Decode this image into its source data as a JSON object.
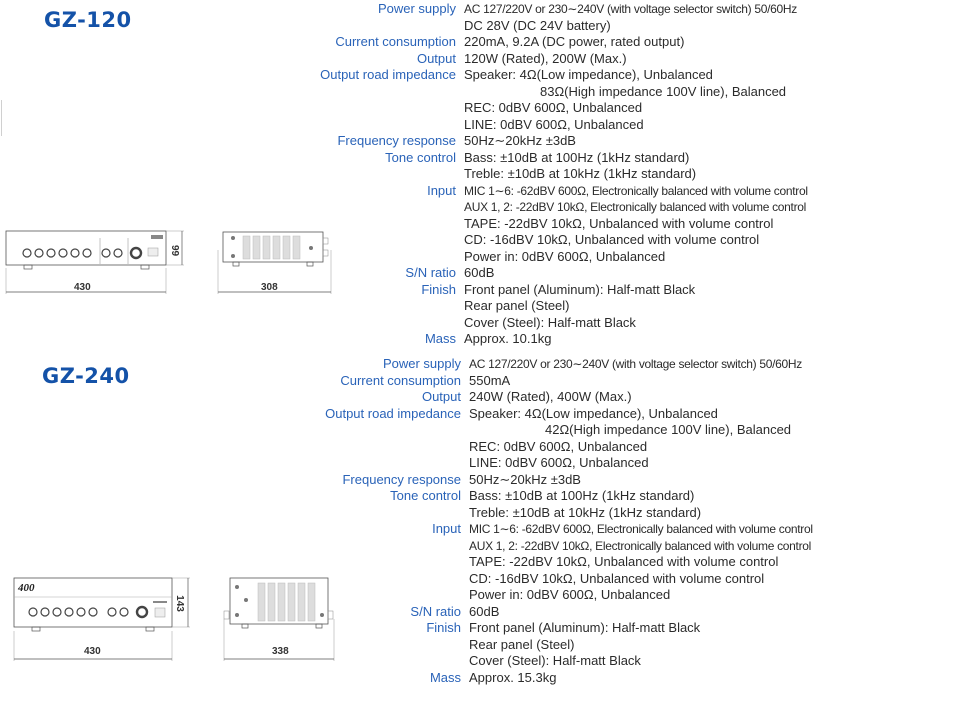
{
  "models": [
    {
      "name": "GZ-120",
      "dimensions": {
        "width": "430",
        "height": "99",
        "depth": "308"
      },
      "specs": [
        {
          "label": "Power supply",
          "values": [
            "AC 127/220V or 230∼240V (with voltage selector switch) 50/60Hz",
            "DC 28V (DC 24V battery)"
          ]
        },
        {
          "label": "Current consumption",
          "values": [
            "220mA, 9.2A (DC power, rated output)"
          ]
        },
        {
          "label": "Output",
          "values": [
            "120W (Rated), 200W (Max.)"
          ]
        },
        {
          "label": "Output road impedance",
          "values": [
            "Speaker: 4Ω(Low impedance), Unbalanced",
            "83Ω(High impedance 100V line), Balanced",
            "REC: 0dBV 600Ω, Unbalanced",
            "LINE: 0dBV 600Ω, Unbalanced"
          ]
        },
        {
          "label": "Frequency response",
          "values": [
            "50Hz∼20kHz ±3dB"
          ]
        },
        {
          "label": "Tone control",
          "values": [
            "Bass: ±10dB at 100Hz (1kHz standard)",
            "Treble: ±10dB at 10kHz (1kHz standard)"
          ]
        },
        {
          "label": "Input",
          "values": [
            "MIC 1∼6: -62dBV 600Ω, Electronically balanced with volume control",
            "AUX 1, 2: -22dBV 10kΩ, Electronically balanced with volume control",
            "TAPE: -22dBV 10kΩ, Unbalanced with volume control",
            "CD: -16dBV 10kΩ, Unbalanced with volume control",
            "Power in: 0dBV 600Ω, Unbalanced"
          ]
        },
        {
          "label": "S/N ratio",
          "values": [
            "60dB"
          ]
        },
        {
          "label": "Finish",
          "values": [
            "Front panel (Aluminum): Half-matt Black",
            "Rear panel (Steel)",
            "Cover (Steel): Half-matt Black"
          ]
        },
        {
          "label": "Mass",
          "values": [
            "Approx. 10.1kg"
          ]
        }
      ]
    },
    {
      "name": "GZ-240",
      "front_badge": "400",
      "dimensions": {
        "width": "430",
        "height": "143",
        "depth": "338"
      },
      "specs": [
        {
          "label": "Power supply",
          "values": [
            "AC 127/220V or 230∼240V (with voltage selector switch) 50/60Hz"
          ]
        },
        {
          "label": "Current consumption",
          "values": [
            "550mA"
          ]
        },
        {
          "label": "Output",
          "values": [
            "240W (Rated), 400W (Max.)"
          ]
        },
        {
          "label": "Output road impedance",
          "values": [
            "Speaker: 4Ω(Low impedance), Unbalanced",
            "42Ω(High impedance 100V line), Balanced",
            "REC: 0dBV 600Ω, Unbalanced",
            "LINE: 0dBV 600Ω, Unbalanced"
          ]
        },
        {
          "label": "Frequency response",
          "values": [
            "50Hz∼20kHz ±3dB"
          ]
        },
        {
          "label": "Tone control",
          "values": [
            "Bass: ±10dB at 100Hz (1kHz standard)",
            "Treble: ±10dB at 10kHz (1kHz standard)"
          ]
        },
        {
          "label": "Input",
          "values": [
            "MIC 1∼6: -62dBV 600Ω, Electronically balanced with volume control",
            "AUX 1, 2: -22dBV 10kΩ, Electronically balanced with volume control",
            "TAPE: -22dBV 10kΩ, Unbalanced with volume control",
            "CD: -16dBV 10kΩ, Unbalanced with volume control",
            "Power in: 0dBV 600Ω, Unbalanced"
          ]
        },
        {
          "label": "S/N ratio",
          "values": [
            "60dB"
          ]
        },
        {
          "label": "Finish",
          "values": [
            "Front panel (Aluminum): Half-matt Black",
            "Rear panel (Steel)",
            "Cover (Steel): Half-matt Black"
          ]
        },
        {
          "label": "Mass",
          "values": [
            "Approx. 15.3kg"
          ]
        }
      ]
    }
  ]
}
